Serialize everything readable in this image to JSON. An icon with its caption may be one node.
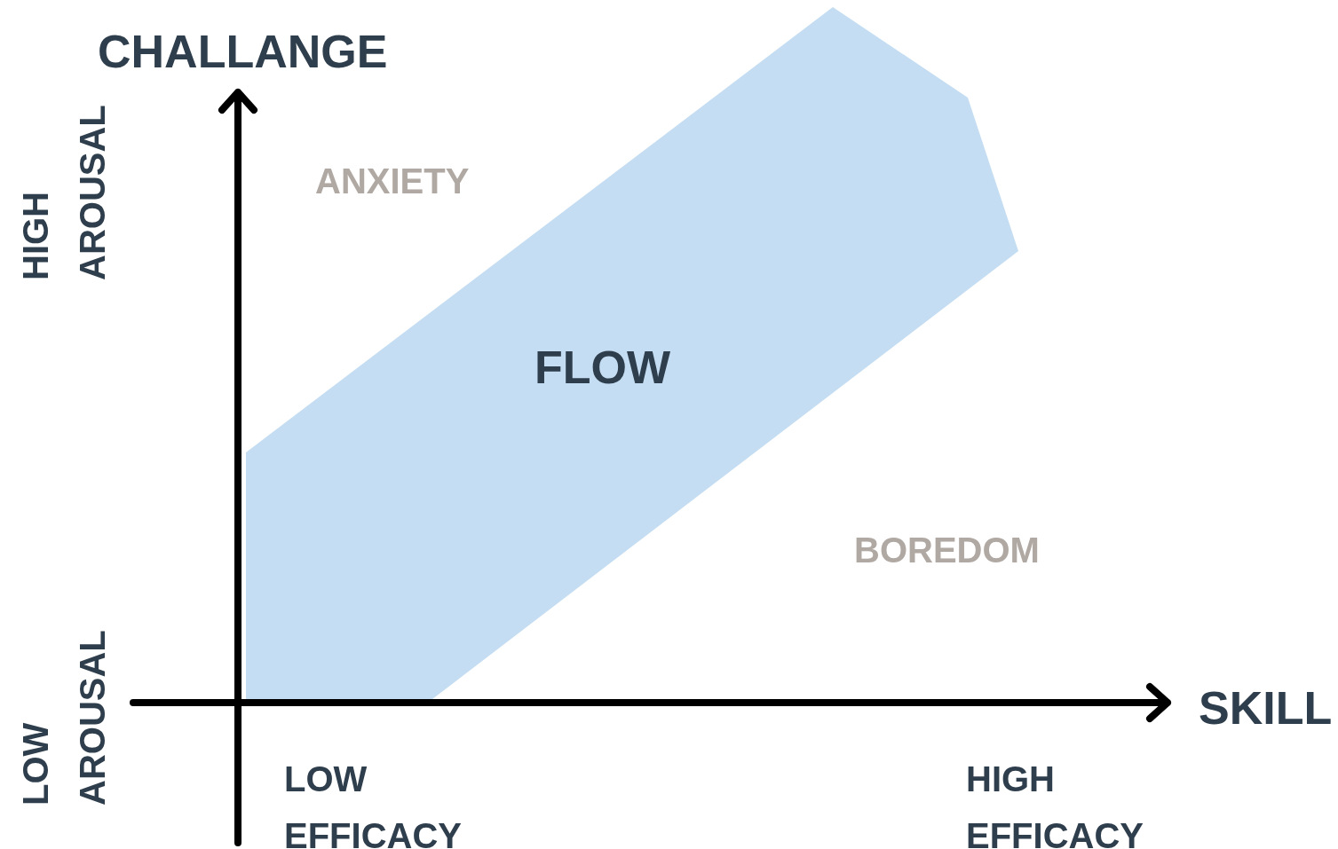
{
  "diagram": {
    "nodes": [
      {
        "text": [
          "FLOW"
        ]
      }
    ],
    "labels": [
      "CHALLANGE",
      "HIGH AROUSAL",
      "ANXIETY",
      "BOREDOM",
      "SKILL",
      "LOW AROUSAL",
      "LOW EFFICACY",
      "HIGH EFFICACY"
    ]
  }
}
